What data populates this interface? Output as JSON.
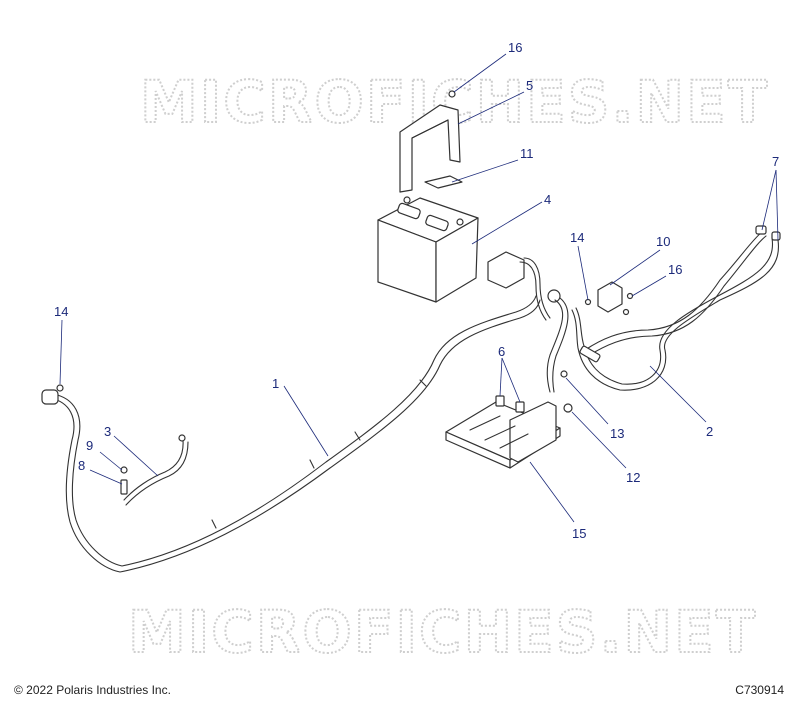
{
  "watermark": "MICROFICHES.NET",
  "footer": {
    "copyright": "© 2022 Polaris Industries Inc.",
    "diagram_code": "C730914"
  },
  "callouts": [
    {
      "id": "c16a",
      "label": "16"
    },
    {
      "id": "c5",
      "label": "5"
    },
    {
      "id": "c11",
      "label": "11"
    },
    {
      "id": "c4",
      "label": "4"
    },
    {
      "id": "c7",
      "label": "7"
    },
    {
      "id": "c14a",
      "label": "14"
    },
    {
      "id": "c10",
      "label": "10"
    },
    {
      "id": "c16b",
      "label": "16"
    },
    {
      "id": "c14b",
      "label": "14"
    },
    {
      "id": "c1",
      "label": "1"
    },
    {
      "id": "c6",
      "label": "6"
    },
    {
      "id": "c3",
      "label": "3"
    },
    {
      "id": "c9",
      "label": "9"
    },
    {
      "id": "c8",
      "label": "8"
    },
    {
      "id": "c13",
      "label": "13"
    },
    {
      "id": "c2",
      "label": "2"
    },
    {
      "id": "c12",
      "label": "12"
    },
    {
      "id": "c15",
      "label": "15"
    }
  ]
}
